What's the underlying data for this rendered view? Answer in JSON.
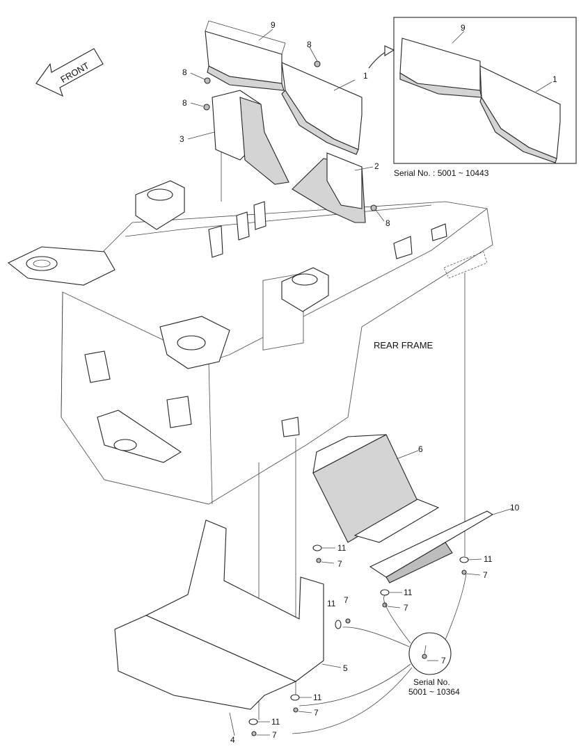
{
  "front_label": "FRONT",
  "rear_frame_label": "REAR FRAME",
  "inset_serial": "Serial No. : 5001 ~ 10443",
  "bolt_serial_line1": "Serial No.",
  "bolt_serial_line2": "5001 ~ 10364",
  "callouts": {
    "c1_top": "1",
    "c9_top": "9",
    "c8_top": "8",
    "c8_left1": "8",
    "c8_left2": "8",
    "c3": "3",
    "c2": "2",
    "c8_right": "8",
    "c9_inset": "9",
    "c1_inset": "1",
    "c6": "6",
    "c10": "10",
    "c11_a": "11",
    "c7_a": "7",
    "c11_b": "11",
    "c7_b": "7",
    "c11_c": "11",
    "c7_c": "7",
    "c11_d": "11",
    "c7_d": "7",
    "c5": "5",
    "c11_e": "11",
    "c7_e": "7",
    "c11_f": "11",
    "c7_f": "7",
    "c4": "4",
    "c7_circle": "7"
  }
}
